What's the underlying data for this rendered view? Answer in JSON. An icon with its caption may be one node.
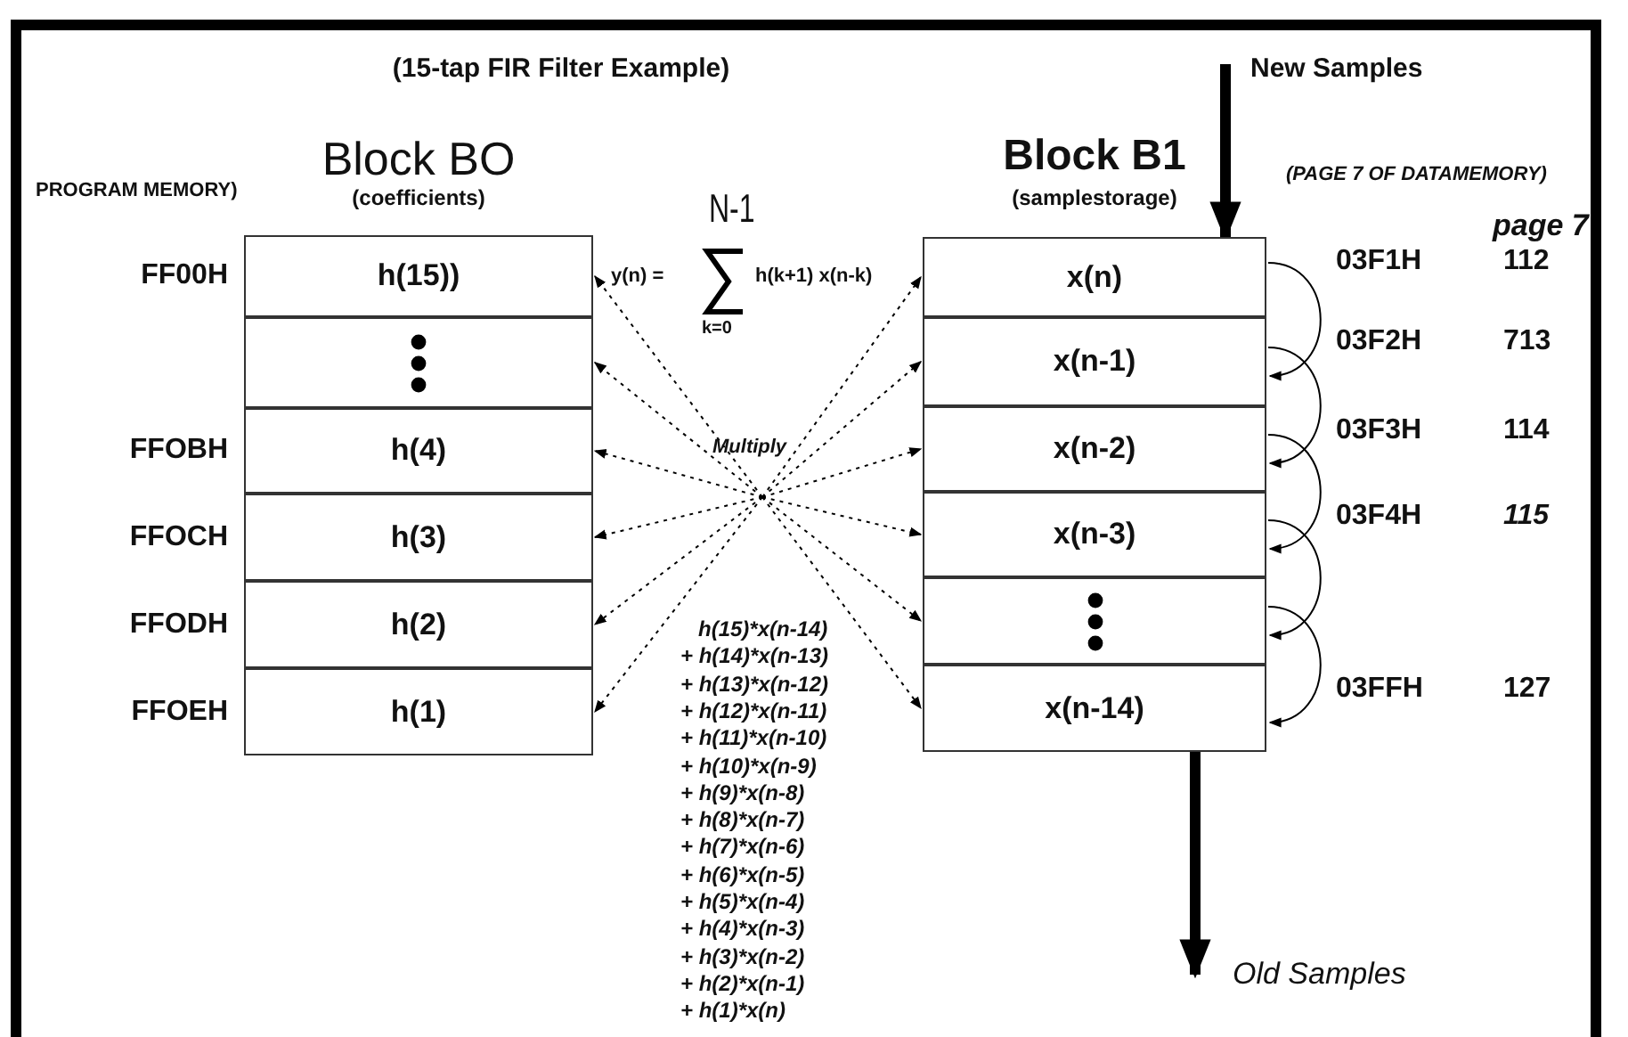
{
  "diagram": {
    "title": "(15-tap FIR Filter Example)",
    "nodes": [
      {
        "text": [
          "Block BO",
          "(coefficients)"
        ]
      },
      {
        "text": [
          "h(15))"
        ],
        "in": 0,
        "beside": [
          "FF00H"
        ]
      },
      {
        "text": [],
        "shape": "box",
        "in": 0
      },
      {
        "text": [
          "h(4)"
        ],
        "in": 0,
        "beside": [
          "FFOBH"
        ]
      },
      {
        "text": [
          "h(3)"
        ],
        "in": 0,
        "beside": [
          "FFOCH"
        ]
      },
      {
        "text": [
          "h(2)"
        ],
        "in": 0,
        "beside": [
          "FFODH"
        ]
      },
      {
        "text": [
          "h(1)"
        ],
        "in": 0,
        "beside": [
          "FFOEH"
        ]
      },
      {
        "text": [
          "Block B1",
          "(samplestorage)"
        ]
      },
      {
        "text": [
          "x(n)"
        ],
        "in": 7,
        "beside": [
          "03F1H",
          "112"
        ]
      },
      {
        "text": [
          "x(n-1)"
        ],
        "in": 7,
        "beside": [
          "03F2H",
          "713"
        ]
      },
      {
        "text": [
          "x(n-2)"
        ],
        "in": 7,
        "beside": [
          "03F3H",
          "114"
        ]
      },
      {
        "text": [
          "x(n-3)"
        ],
        "in": 7,
        "beside": [
          "03F4H",
          "115"
        ]
      },
      {
        "text": [],
        "shape": "box",
        "in": 7
      },
      {
        "text": [
          "x(n-14)"
        ],
        "in": 7,
        "beside": [
          "03FFH",
          "127"
        ]
      },
      {
        "text": [
          "Multiply"
        ]
      },
      {
        "text": [
          "New Samples"
        ]
      },
      {
        "text": [
          "Old Samples"
        ]
      }
    ],
    "edges": [
      {
        "from": 14,
        "to": 1,
        "arrow": "to",
        "style": "dashed"
      },
      {
        "from": 14,
        "to": 2,
        "arrow": "to",
        "style": "dashed"
      },
      {
        "from": 14,
        "to": 3,
        "arrow": "to",
        "style": "dashed"
      },
      {
        "from": 14,
        "to": 4,
        "arrow": "to",
        "style": "dashed"
      },
      {
        "from": 14,
        "to": 5,
        "arrow": "to",
        "style": "dashed"
      },
      {
        "from": 14,
        "to": 6,
        "arrow": "to",
        "style": "dashed"
      },
      {
        "from": 14,
        "to": 8,
        "arrow": "to",
        "style": "dashed"
      },
      {
        "from": 14,
        "to": 9,
        "arrow": "to",
        "style": "dashed"
      },
      {
        "from": 14,
        "to": 10,
        "arrow": "to",
        "style": "dashed"
      },
      {
        "from": 14,
        "to": 11,
        "arrow": "to",
        "style": "dashed"
      },
      {
        "from": 14,
        "to": 12,
        "arrow": "to",
        "style": "dashed"
      },
      {
        "from": 14,
        "to": 13,
        "arrow": "to",
        "style": "dashed"
      },
      {
        "from": 8,
        "to": 9,
        "arrow": "to"
      },
      {
        "from": 9,
        "to": 10,
        "arrow": "to"
      },
      {
        "from": 10,
        "to": 11,
        "arrow": "to"
      },
      {
        "from": 11,
        "to": 12,
        "arrow": "to"
      },
      {
        "from": 12,
        "to": 13,
        "arrow": "to"
      },
      {
        "from": 15,
        "to": 8,
        "arrow": "to",
        "style": "thick"
      },
      {
        "from": 13,
        "to": 16,
        "arrow": "to",
        "style": "thick"
      }
    ],
    "labels": [
      "PROGRAM MEMORY)",
      "N-1",
      "y(n) =",
      "h(k+1) x(n-k)",
      "k=0",
      "(PAGE 7 OF DATAMEMORY)",
      "page 7",
      "h(15)*x(n-14)",
      "+ h(14)*x(n-13)",
      "+ h(13)*x(n-12)",
      "+ h(12)*x(n-11)",
      "+ h(11)*x(n-10)",
      "+ h(10)*x(n-9)",
      "+ h(9)*x(n-8)",
      "+ h(8)*x(n-7)",
      "+ h(7)*x(n-6)",
      "+ h(6)*x(n-5)",
      "+ h(5)*x(n-4)",
      "+ h(4)*x(n-3)",
      "+ h(3)*x(n-2)",
      "+ h(2)*x(n-1)",
      "+ h(1)*x(n)"
    ]
  }
}
